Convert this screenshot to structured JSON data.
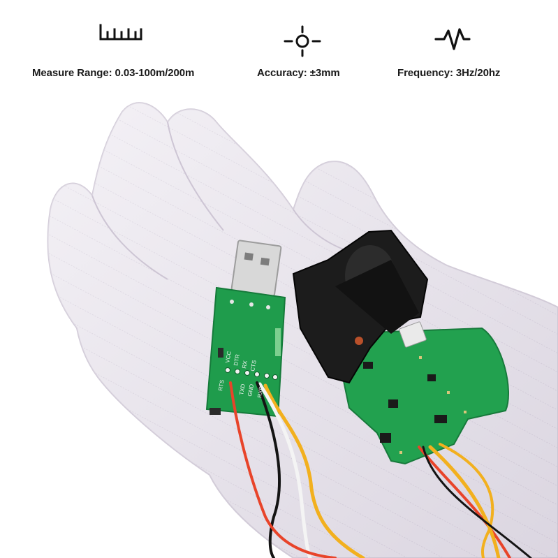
{
  "features": [
    {
      "icon": "ruler-icon",
      "label": "Measure Range: 0.03-100m/200m"
    },
    {
      "icon": "crosshair-icon",
      "label": "Accuracy: ±3mm"
    },
    {
      "icon": "pulse-wave-icon",
      "label": "Frequency: 3Hz/20hz"
    }
  ],
  "photo": {
    "subject": "laser distance sensor module and usb adapter on gloved hand",
    "pin_labels": [
      "RTS",
      "VCC",
      "DTR",
      "RX",
      "CTS",
      "TXD",
      "GND",
      "RXD"
    ],
    "colors": {
      "glove": "#ece8f0",
      "pcb": "#1f9c4c",
      "housing": "#1c1c1c",
      "wire_red": "#e8442a",
      "wire_yellow": "#f2b01e",
      "wire_white": "#f4f4f4",
      "wire_black": "#141414"
    }
  }
}
